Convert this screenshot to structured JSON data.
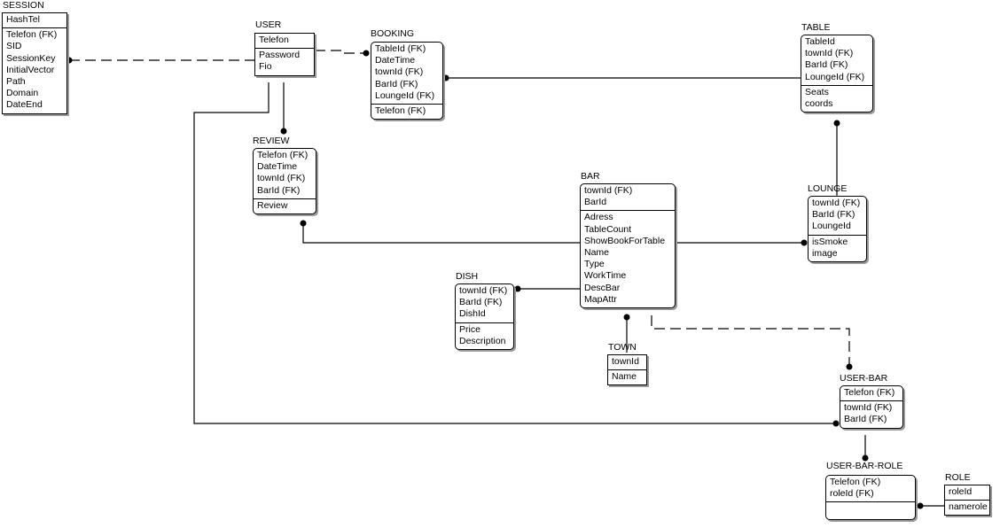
{
  "entities": {
    "session": {
      "name": "SESSION",
      "key": [
        "HashTel"
      ],
      "attrs": [
        "Telefon (FK)",
        "SID",
        "SessionKey",
        "InitialVector",
        "Path",
        "Domain",
        "DateEnd"
      ]
    },
    "user": {
      "name": "USER",
      "key": [
        "Telefon"
      ],
      "attrs": [
        "Password",
        "Fio"
      ]
    },
    "booking": {
      "name": "BOOKING",
      "key": [
        "TableId (FK)",
        "DateTime",
        "townId (FK)",
        "BarId (FK)",
        "LoungeId (FK)"
      ],
      "attrs": [
        "Telefon (FK)"
      ]
    },
    "table": {
      "name": "TABLE",
      "key": [
        "TableId",
        "townId (FK)",
        "BarId (FK)",
        "LoungeId (FK)"
      ],
      "attrs": [
        "Seats",
        "coords"
      ]
    },
    "review": {
      "name": "REVIEW",
      "key": [
        "Telefon (FK)",
        "DateTime",
        "townId (FK)",
        "BarId (FK)"
      ],
      "attrs": [
        "Review"
      ]
    },
    "bar": {
      "name": "BAR",
      "key": [
        "townId (FK)",
        "BarId"
      ],
      "attrs": [
        "Adress",
        "TableCount",
        "ShowBookForTable",
        "Name",
        "Type",
        "WorkTime",
        "DescBar",
        "MapAttr"
      ]
    },
    "lounge": {
      "name": "LOUNGE",
      "key": [
        "townId (FK)",
        "BarId (FK)",
        "LoungeId"
      ],
      "attrs": [
        "isSmoke",
        "image"
      ]
    },
    "dish": {
      "name": "DISH",
      "key": [
        "townId (FK)",
        "BarId (FK)",
        "DishId"
      ],
      "attrs": [
        "Price",
        "Description"
      ]
    },
    "town": {
      "name": "TOWN",
      "key": [
        "townId"
      ],
      "attrs": [
        "Name"
      ]
    },
    "userbar": {
      "name": "USER-BAR",
      "key": [
        "Telefon (FK)"
      ],
      "attrs": [
        "townId (FK)",
        "BarId (FK)"
      ]
    },
    "userbarrole": {
      "name": "USER-BAR-ROLE",
      "key": [
        "Telefon (FK)",
        "roleId (FK)"
      ],
      "attrs": []
    },
    "role": {
      "name": "ROLE",
      "key": [
        "roleId"
      ],
      "attrs": [
        "namerole"
      ]
    }
  }
}
